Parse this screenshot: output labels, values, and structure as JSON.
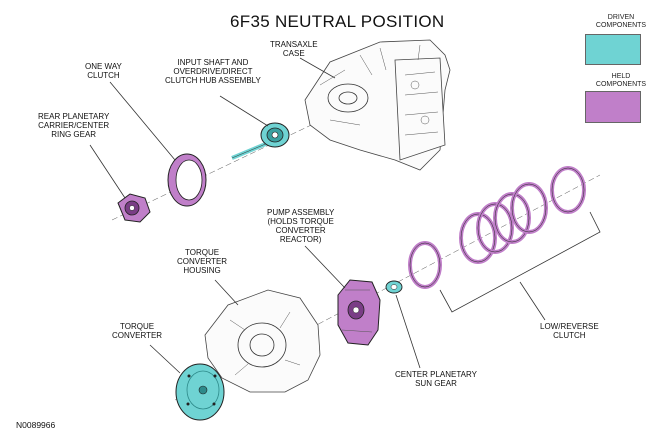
{
  "title": "6F35 NEUTRAL POSITION",
  "legend": {
    "driven": {
      "label": "DRIVEN\nCOMPONENTS",
      "color": "#6fd3d3"
    },
    "held": {
      "label": "HELD\nCOMPONENTS",
      "color": "#c07fc9"
    }
  },
  "labels": {
    "transaxle_case": "TRANSAXLE\nCASE",
    "input_shaft": "INPUT SHAFT AND\nOVERDRIVE/DIRECT\nCLUTCH HUB ASSEMBLY",
    "one_way_clutch": "ONE WAY\nCLUTCH",
    "rear_planetary": "REAR PLANETARY\nCARRIER/CENTER\nRING GEAR",
    "pump_assembly": "PUMP ASSEMBLY\n(HOLDS TORQUE\nCONVERTER\nREACTOR)",
    "torque_converter_housing": "TORQUE\nCONVERTER\nHOUSING",
    "torque_converter": "TORQUE\nCONVERTER",
    "center_planetary_sun_gear": "CENTER PLANETARY\nSUN GEAR",
    "low_reverse_clutch": "LOW/REVERSE\nCLUTCH"
  },
  "figure_code": "N0089966",
  "colors": {
    "driven": "#6fd3d3",
    "held": "#c07fc9",
    "held_dark": "#7a3d86",
    "line": "#333333"
  }
}
